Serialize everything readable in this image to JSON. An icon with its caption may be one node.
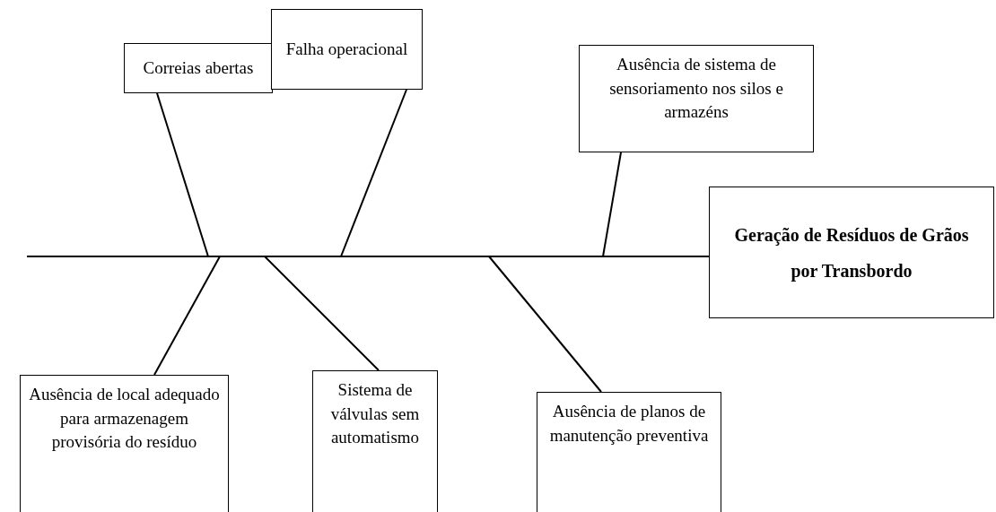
{
  "diagram": {
    "nodes": [
      {
        "text": [
          "Correias abertas"
        ]
      },
      {
        "text": [
          "Falha operacional"
        ]
      },
      {
        "text": [
          "Ausência de sistema de sensoriamento nos silos e armazéns"
        ]
      },
      {
        "text": [],
        "shape": "bar"
      },
      {
        "text": [
          "Geração de Resíduos de Grãos por Transbordo"
        ]
      },
      {
        "text": [
          "Ausência de local adequado para armazenagem provisória do resíduo"
        ]
      },
      {
        "text": [
          "Sistema de válvulas sem automatismo"
        ]
      },
      {
        "text": [
          "Ausência de planos de manutenção preventiva"
        ]
      }
    ],
    "edges": [
      {
        "from": 0,
        "to": 3,
        "arrow": "none"
      },
      {
        "from": 1,
        "to": 3,
        "arrow": "none"
      },
      {
        "from": 2,
        "to": 3,
        "arrow": "none"
      },
      {
        "from": 5,
        "to": 3,
        "arrow": "none"
      },
      {
        "from": 6,
        "to": 3,
        "arrow": "none"
      },
      {
        "from": 7,
        "to": 3,
        "arrow": "none"
      }
    ]
  }
}
